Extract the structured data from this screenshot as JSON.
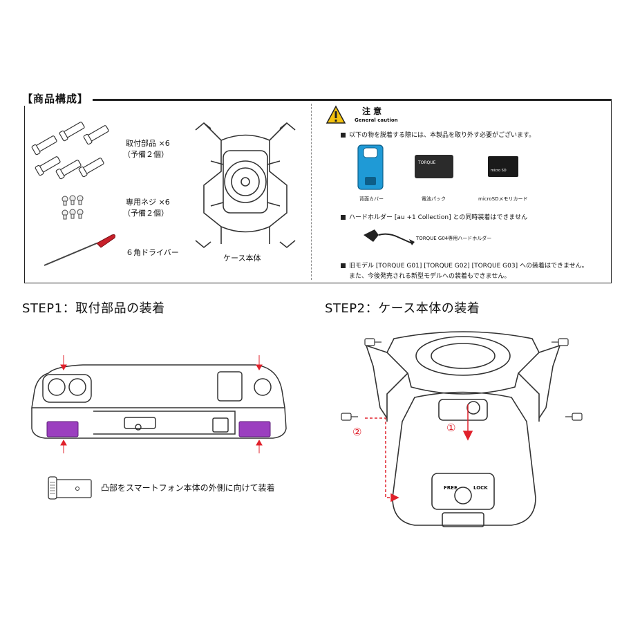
{
  "header": {
    "title": "【商品構成】"
  },
  "contents": {
    "parts_label": "取付部品 ×6",
    "parts_note": "（予備２個）",
    "screws_label": "専用ネジ ×6",
    "screws_note": "（予備２個）",
    "driver_label": "６角ドライバー",
    "case_label": "ケース本体"
  },
  "caution": {
    "title": "注 意",
    "subtitle": "General caution",
    "line1": "以下の物を脱着する際には、本製品を取り外す必要がございます。",
    "item1": "背面カバー",
    "item2": "電池パック",
    "item3": "microSDメモリカード",
    "battery_brand": "TORQUE",
    "sd_text": "micro SD",
    "line2": "ハードホルダー [au +1 Collection] との同時装着はできません",
    "holder_label": "TORQUE G04専用ハードホルダー",
    "line3": "旧モデル [TORQUE G01] [TORQUE G02] [TORQUE G03] への装着はできません。",
    "line4": "また、今後発売される新型モデルへの装着もできません。",
    "colors": {
      "warning": "#f4c20d",
      "blue_cover": "#1f9ad6",
      "accent": "#9b3fbf",
      "arrow_red": "#e0212b"
    }
  },
  "step1": {
    "title": "STEP1：取付部品の装着",
    "note": "凸部をスマートフォン本体の外側に向けて装着"
  },
  "step2": {
    "title": "STEP2：ケース本体の装着",
    "marker1": "①",
    "marker2": "②",
    "free_label": "FREE",
    "lock_label": "LOCK"
  }
}
